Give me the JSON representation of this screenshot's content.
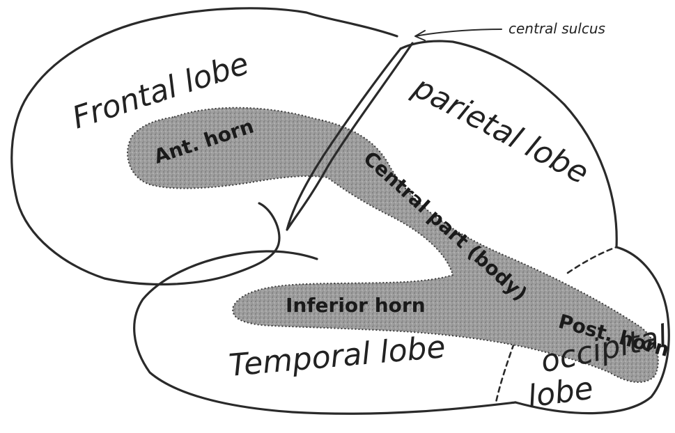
{
  "labels": {
    "central_sulcus": "central sulcus",
    "frontal_lobe": "Frontal lobe",
    "parietal_lobe": "parietal lobe",
    "temporal_lobe": "Temporal lobe",
    "occipital_lobe_line1": "occipital",
    "occipital_lobe_line2": "lobe",
    "anterior_horn": "Ant. horn",
    "central_part": "Central part (body)",
    "inferior_horn": "Inferior horn",
    "posterior_horn": "Post. horn"
  },
  "colors": {
    "ink": "#2a2a2a",
    "ventricle_fill": "#9a9a9a",
    "paper": "#ffffff"
  }
}
